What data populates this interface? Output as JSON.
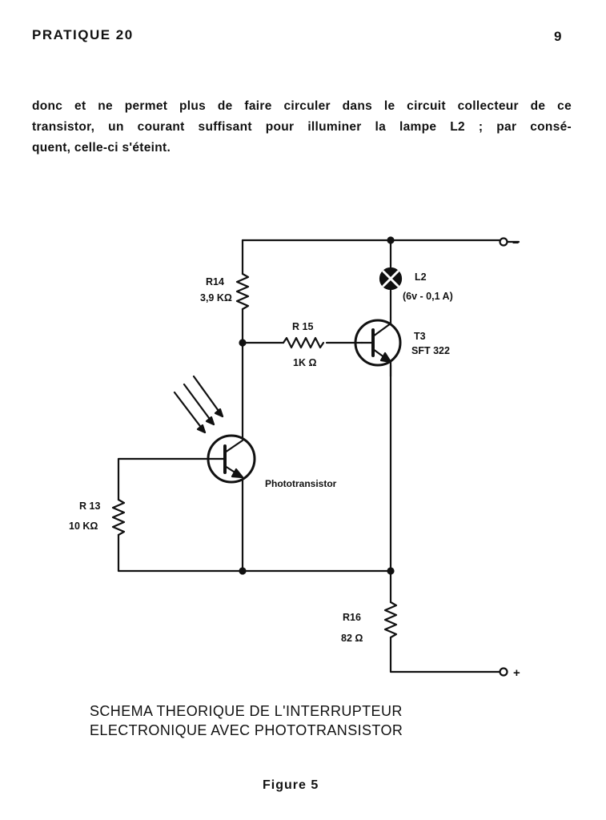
{
  "header": {
    "title": "PRATIQUE 20",
    "page_number": "9"
  },
  "paragraph": {
    "line1": "donc et ne permet plus de faire circuler dans le circuit collecteur de ce",
    "line2": "transistor, un courant suffisant pour illuminer la lampe L2 ; par consé-",
    "line3": "quent, celle-ci s'éteint."
  },
  "schematic": {
    "r14": {
      "name": "R14",
      "value": "3,9 KΩ"
    },
    "r15": {
      "name": "R 15",
      "value": "1K Ω"
    },
    "r13": {
      "name": "R 13",
      "value": "10 KΩ"
    },
    "r16": {
      "name": "R16",
      "value": "82 Ω"
    },
    "l2": {
      "name": "L2",
      "rating": "(6v - 0,1 A)"
    },
    "t3": {
      "name": "T3",
      "type": "SFT 322"
    },
    "phototransistor_label": "Phototransistor",
    "terminal_negative": "−",
    "terminal_positive": "+"
  },
  "caption": {
    "line1": "SCHEMA THEORIQUE DE L'INTERRUPTEUR",
    "line2": "ELECTRONIQUE AVEC PHOTOTRANSISTOR"
  },
  "figure_label": "Figure 5"
}
